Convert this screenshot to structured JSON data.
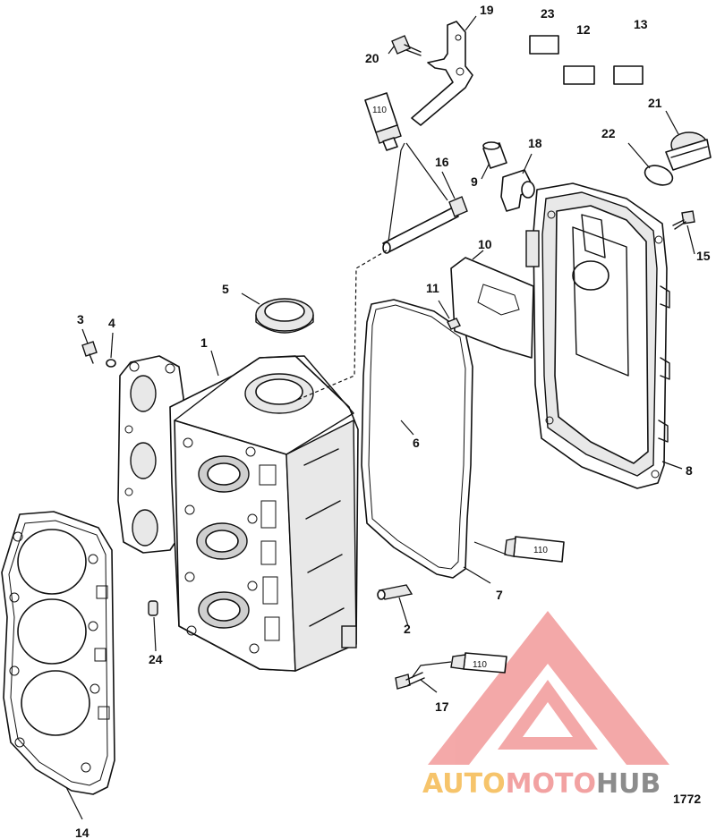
{
  "callouts": {
    "c1": "1",
    "c2": "2",
    "c3": "3",
    "c4": "4",
    "c5": "5",
    "c6": "6",
    "c7": "7",
    "c8": "8",
    "c9": "9",
    "c10": "10",
    "c11": "11",
    "c12": "12",
    "c13": "13",
    "c14": "14",
    "c15": "15",
    "c16": "16",
    "c17": "17",
    "c18": "18",
    "c19": "19",
    "c20": "20",
    "c21": "21",
    "c22": "22",
    "c23": "23",
    "c24": "24"
  },
  "sealant_tubes": {
    "top": "110",
    "right": "110",
    "bottom": "110"
  },
  "figure_number": "1772",
  "watermark": {
    "part1": "AUTO",
    "part2": "MOTO",
    "part3": "HUB",
    "color1": "#f6c46b",
    "color2": "#f2a2a2",
    "color3": "#8c8c8c",
    "logo_color": "#f29a9a"
  }
}
